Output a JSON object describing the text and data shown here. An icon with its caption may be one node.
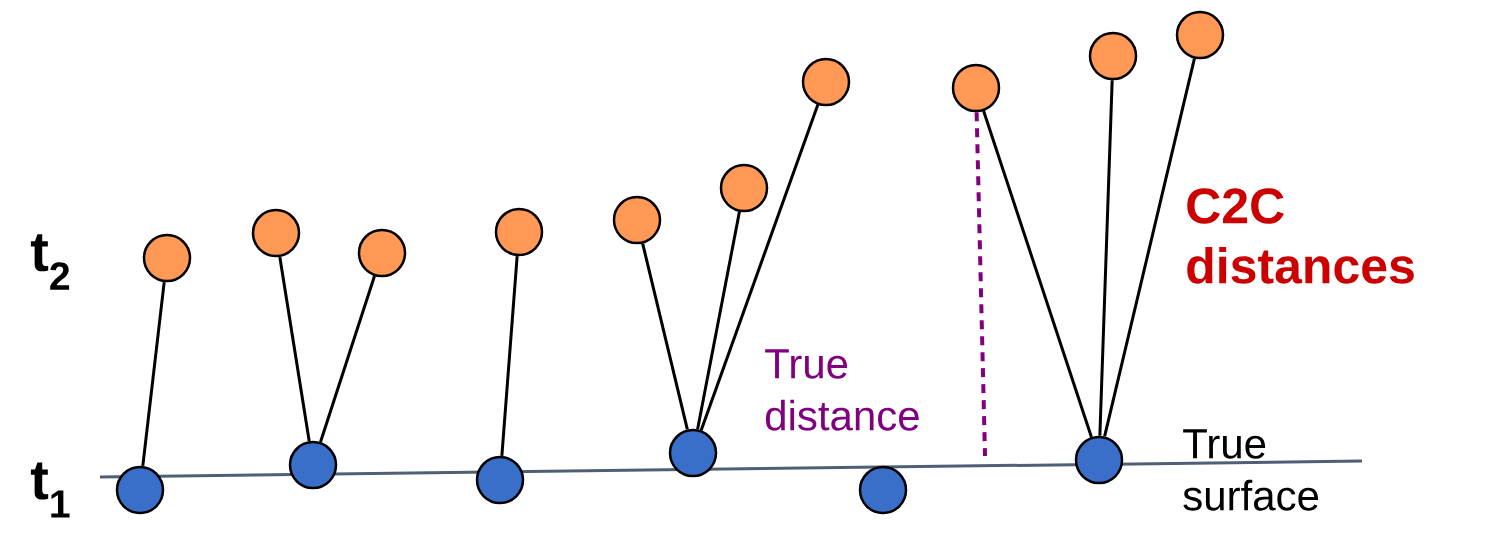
{
  "diagram": {
    "nodes": [
      {
        "text": [],
        "shape": "circle"
      },
      {
        "text": [],
        "shape": "circle"
      },
      {
        "text": [],
        "shape": "circle"
      },
      {
        "text": [],
        "shape": "circle"
      },
      {
        "text": [],
        "shape": "circle"
      },
      {
        "text": [],
        "shape": "circle"
      },
      {
        "text": [],
        "shape": "circle"
      },
      {
        "text": [],
        "shape": "circle"
      },
      {
        "text": [],
        "shape": "circle"
      },
      {
        "text": [],
        "shape": "circle"
      },
      {
        "text": [],
        "shape": "circle"
      },
      {
        "text": [],
        "shape": "circle"
      },
      {
        "text": [],
        "shape": "circle"
      },
      {
        "text": [],
        "shape": "circle"
      },
      {
        "text": [],
        "shape": "circle"
      },
      {
        "text": [],
        "shape": "circle"
      }
    ],
    "edges": [
      {
        "from": 10,
        "to": 0,
        "arrow": "none"
      },
      {
        "from": 11,
        "to": 1,
        "arrow": "none"
      },
      {
        "from": 11,
        "to": 2,
        "arrow": "none"
      },
      {
        "from": 12,
        "to": 3,
        "arrow": "none"
      },
      {
        "from": 13,
        "to": 4,
        "arrow": "none"
      },
      {
        "from": 13,
        "to": 5,
        "arrow": "none"
      },
      {
        "from": 13,
        "to": 6,
        "arrow": "none"
      },
      {
        "from": 15,
        "to": 7,
        "arrow": "none"
      },
      {
        "from": 15,
        "to": 8,
        "arrow": "none"
      },
      {
        "from": 15,
        "to": 9,
        "arrow": "none"
      },
      {
        "from": 7,
        "to": null,
        "arrow": "none",
        "style": "dashed",
        "color": "#800080"
      }
    ],
    "labels": [
      "t$_{2}$",
      "C2C distances",
      "True distance",
      "t$_{1}$",
      "True surface"
    ]
  }
}
